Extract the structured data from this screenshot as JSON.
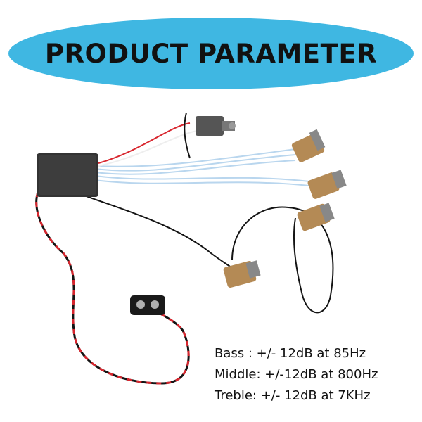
{
  "banner": {
    "title": "PRODUCT PARAMETER"
  },
  "specs": [
    {
      "text": "Bass : +/- 12dB at 85Hz"
    },
    {
      "text": "Middle: +/-12dB at 800Hz"
    },
    {
      "text": "Treble: +/- 12dB at 7KHz"
    }
  ],
  "colors": {
    "banner": "#3fb7e2",
    "box": "#333333",
    "wire_red": "#d8262e",
    "wire_black": "#141414",
    "wire_blue": "#b9d6ee",
    "pot_body": "#b48a55"
  }
}
